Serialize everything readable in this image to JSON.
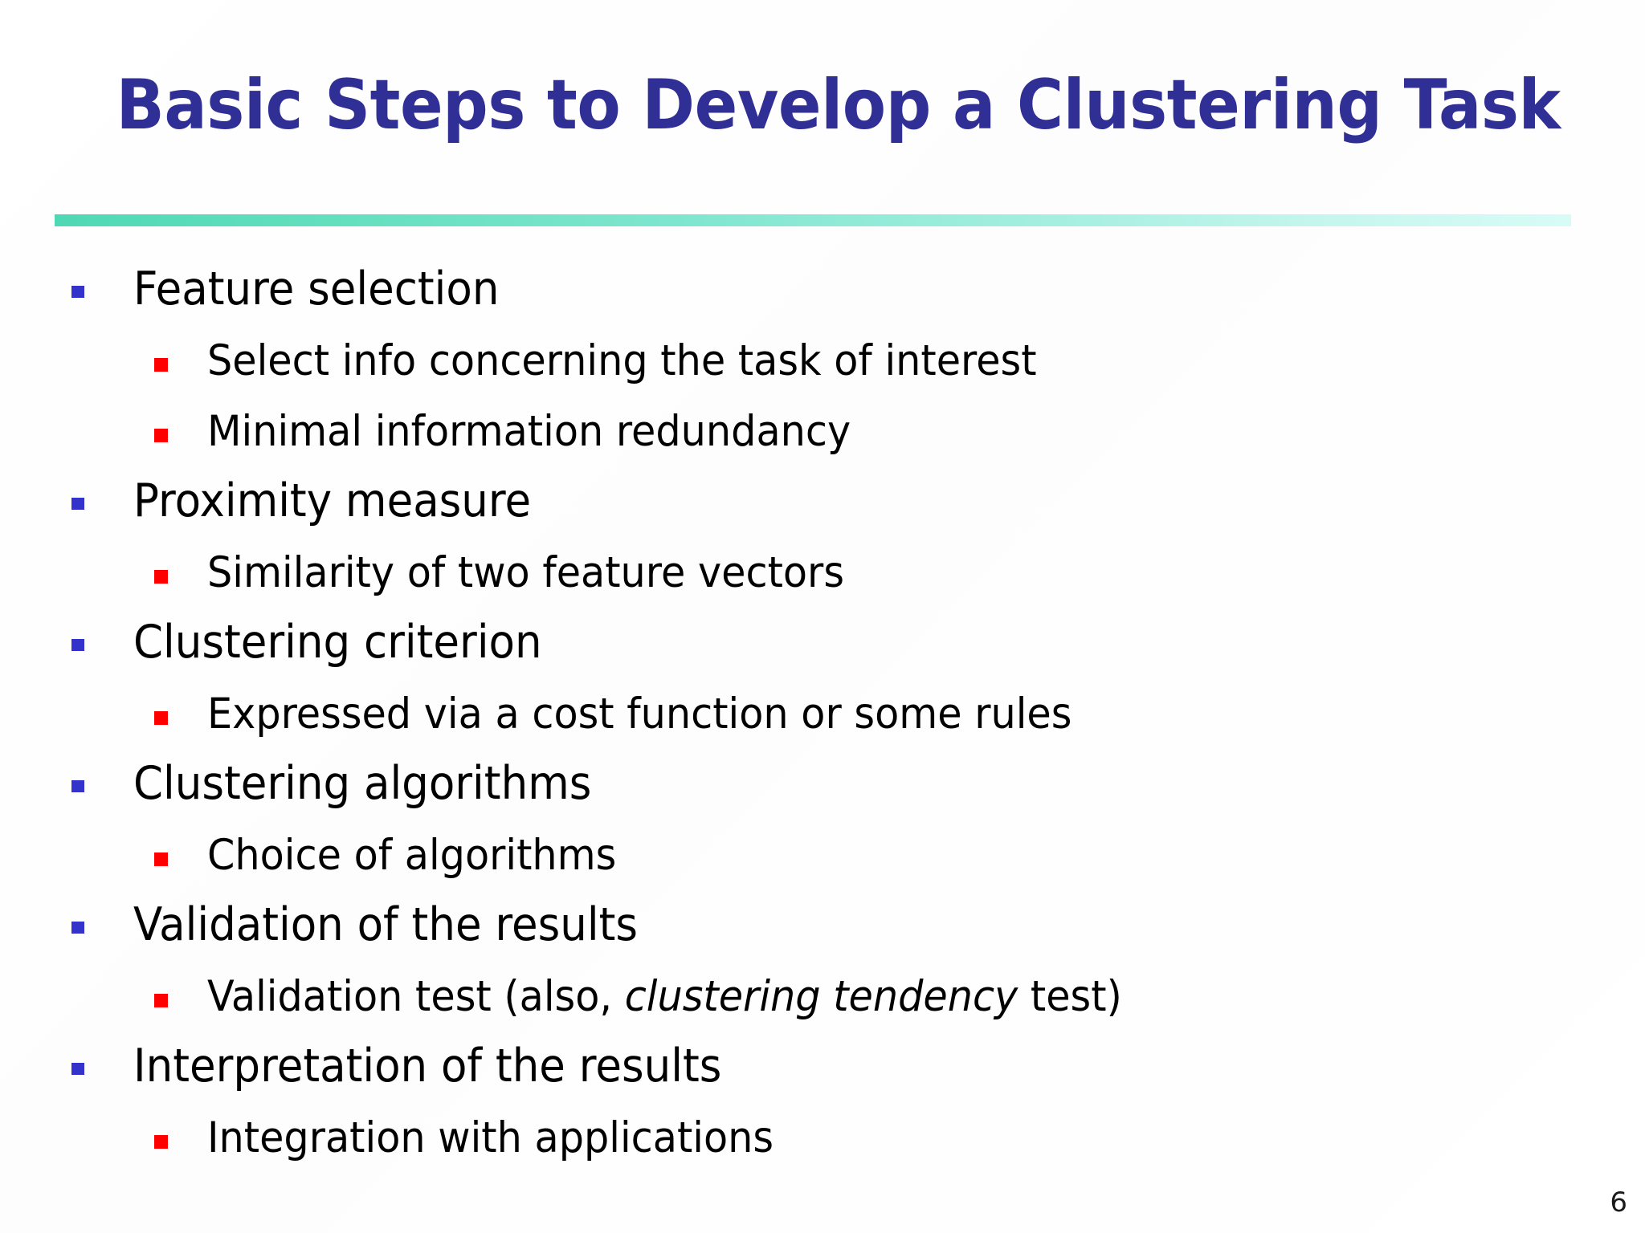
{
  "slide": {
    "title": "Basic Steps to Develop a Clustering Task",
    "page_number": "6",
    "colors": {
      "title": "#2F2F96",
      "rule_start": "#4FD8B4",
      "rule_end": "#D8FBF6",
      "bullet_level1": "#3333CC",
      "bullet_level2": "#FF0000",
      "body_text": "#000000",
      "background": "#FFFFFF"
    },
    "bullets": [
      {
        "level": 1,
        "text": "Feature selection"
      },
      {
        "level": 2,
        "text": "Select info concerning the task of interest"
      },
      {
        "level": 2,
        "text": "Minimal information redundancy"
      },
      {
        "level": 1,
        "text": "Proximity measure"
      },
      {
        "level": 2,
        "text": "Similarity of two feature vectors"
      },
      {
        "level": 1,
        "text": "Clustering criterion"
      },
      {
        "level": 2,
        "text": "Expressed via a cost function or some rules"
      },
      {
        "level": 1,
        "text": "Clustering algorithms"
      },
      {
        "level": 2,
        "text": "Choice of algorithms"
      },
      {
        "level": 1,
        "text": "Validation of the results"
      },
      {
        "level": 2,
        "text": "Validation test (also, clustering tendency test)",
        "rich": [
          {
            "t": "Validation test (also, ",
            "style": "normal"
          },
          {
            "t": "clustering tendency",
            "style": "italic"
          },
          {
            "t": " test)",
            "style": "normal"
          }
        ]
      },
      {
        "level": 1,
        "text": "Interpretation of the results"
      },
      {
        "level": 2,
        "text": "Integration with applications"
      }
    ]
  }
}
